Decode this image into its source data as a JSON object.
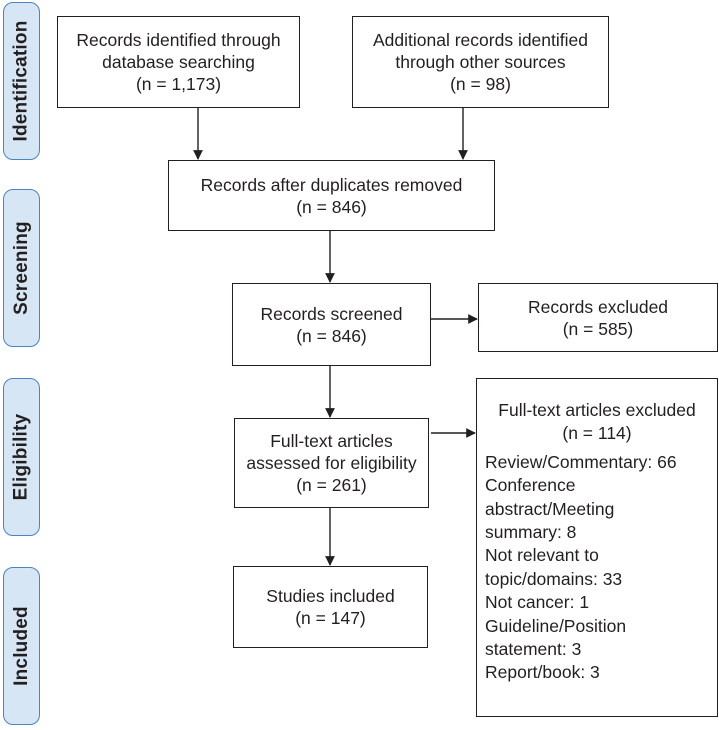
{
  "stages": [
    "Identification",
    "Screening",
    "Eligibility",
    "Included"
  ],
  "boxes": {
    "db_search": [
      "Records identified through",
      "database searching",
      "(n = 1,173)"
    ],
    "other_sources": [
      "Additional records identified",
      "through other sources",
      "(n = 98)"
    ],
    "duplicates_removed": [
      "Records after duplicates removed",
      "(n = 846)"
    ],
    "screened": [
      "Records screened",
      "(n = 846)"
    ],
    "excluded": [
      "Records excluded",
      "(n = 585)"
    ],
    "fulltext_assessed": [
      "Full-text articles",
      "assessed for eligibility",
      "(n = 261)"
    ],
    "included": [
      "Studies included",
      "(n = 147)"
    ]
  },
  "fulltext_excluded": {
    "heading": [
      "Full-text articles excluded",
      "(n = 114)"
    ],
    "reasons": [
      "Review/Commentary: 66",
      "Conference",
      "abstract/Meeting",
      "summary: 8",
      "Not relevant to",
      "topic/domains: 33",
      "Not cancer: 1",
      "Guideline/Position",
      "statement: 3",
      "Report/book: 3"
    ]
  },
  "colors": {
    "stage_fill": "#d6e6f5",
    "stage_border": "#4d83c0",
    "line": "#231f20"
  }
}
